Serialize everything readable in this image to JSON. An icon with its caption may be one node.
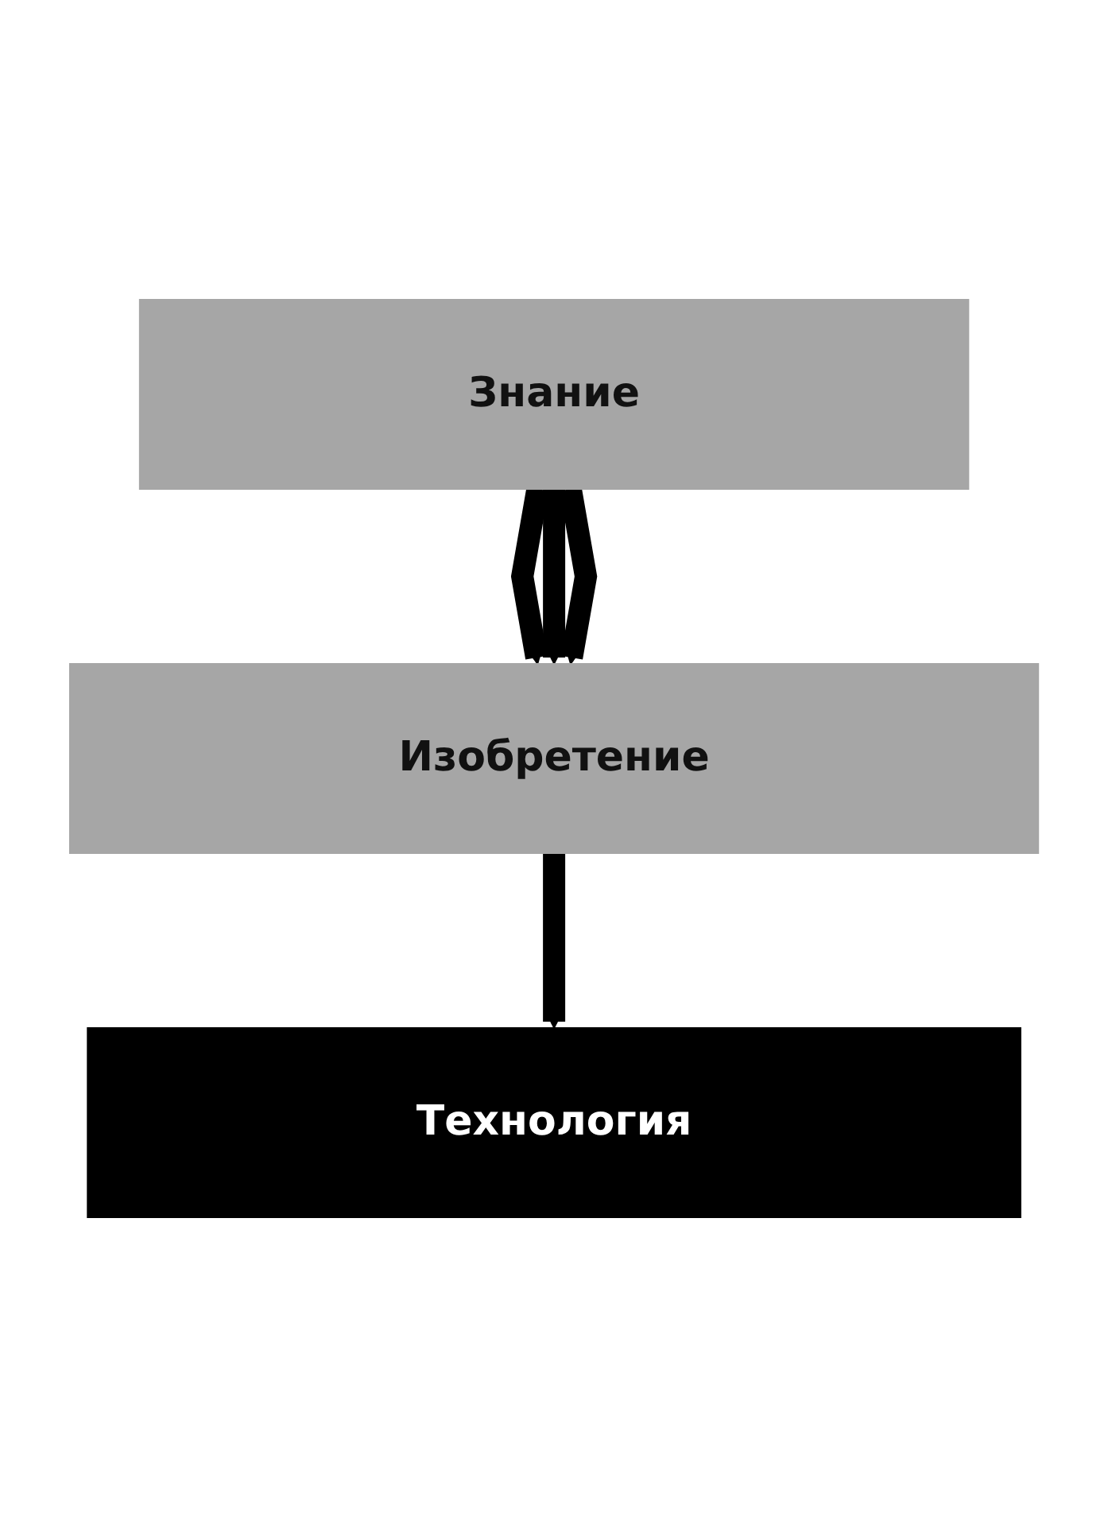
{
  "diagram": {
    "nodes": [
      {
        "text": [
          "Знание"
        ]
      },
      {
        "text": [
          "Изобретение"
        ]
      },
      {
        "text": [
          "Технология"
        ]
      }
    ],
    "edges": [
      {
        "from": 0,
        "to": 1,
        "arrow": "to"
      },
      {
        "from": 0,
        "to": 1,
        "arrow": "to"
      },
      {
        "from": 0,
        "to": 1,
        "arrow": "to"
      },
      {
        "from": 1,
        "to": 2,
        "arrow": "to"
      }
    ]
  }
}
